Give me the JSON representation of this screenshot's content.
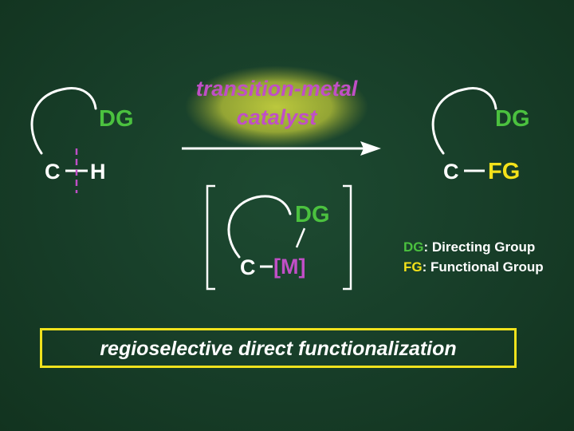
{
  "reactant": {
    "dg": "DG",
    "c": "C",
    "h": "H"
  },
  "catalyst": {
    "line1": "transition-metal",
    "line2": "catalyst"
  },
  "product": {
    "dg": "DG",
    "c": "C",
    "fg": "FG"
  },
  "intermediate": {
    "dg": "DG",
    "c": "C",
    "metal": "[M]"
  },
  "legend": {
    "dg_key": "DG",
    "dg_text": ": Directing Group",
    "fg_key": "FG",
    "fg_text": ": Functional Group"
  },
  "banner": {
    "text": "regioselective direct functionalization"
  },
  "colors": {
    "background": "#173d28",
    "directing_group": "#4bc13f",
    "functional_group": "#f4e21a",
    "metal": "#c04fc6",
    "glow": "#b9c53a",
    "banner_border": "#f0e21d"
  }
}
